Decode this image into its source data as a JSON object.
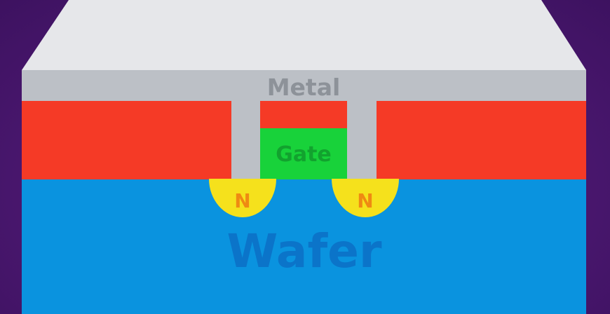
{
  "labels": {
    "metal": "Metal",
    "gate": "Gate",
    "n_left": "N",
    "n_right": "N",
    "wafer": "Wafer"
  },
  "colors": {
    "background": "#4a176f",
    "metal_top": "#e6e7ea",
    "metal_front": "#bcc0c6",
    "oxide": "#f53a26",
    "gate": "#18d23a",
    "n_region": "#f5e11c",
    "n_text": "#ef8a12",
    "wafer": "#0a93df",
    "wafer_text": "#0b74c9",
    "metal_text": "#8d9299",
    "gate_text": "#12a22e"
  }
}
